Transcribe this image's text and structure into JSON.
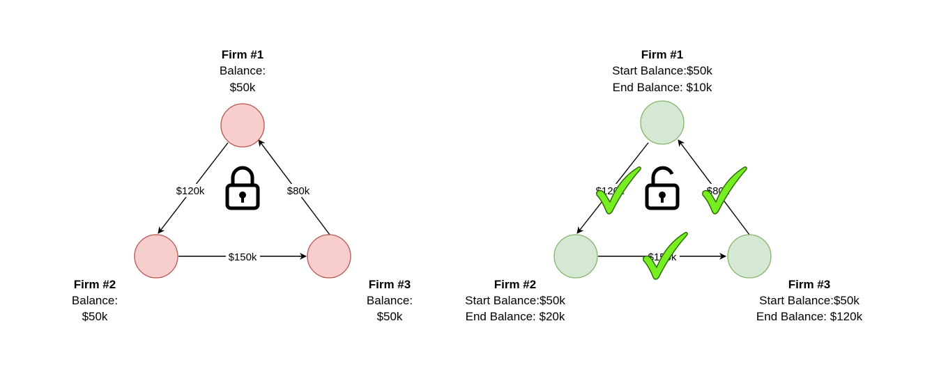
{
  "colors": {
    "locked_fill": "#f8cecc",
    "locked_stroke": "#b85450",
    "settled_fill": "#d5e8d4",
    "settled_stroke": "#82b366",
    "check": "#77ee22",
    "edge": "#000000"
  },
  "locked": {
    "icon": "lock-closed-icon",
    "firm1": {
      "title": "Firm #1",
      "line1": "Balance:",
      "line2": "$50k"
    },
    "firm2": {
      "title": "Firm #2",
      "line1": "Balance:",
      "line2": "$50k"
    },
    "firm3": {
      "title": "Firm #3",
      "line1": "Balance:",
      "line2": "$50k"
    },
    "edges": {
      "e1_2": "$120k",
      "e3_1": "$80k",
      "e2_3": "$150k"
    }
  },
  "settled": {
    "icon": "lock-open-icon",
    "check_icon": "checkmark-icon",
    "firm1": {
      "title": "Firm #1",
      "line1": "Start Balance:$50k",
      "line2": "End Balance: $10k"
    },
    "firm2": {
      "title": "Firm #2",
      "line1": "Start Balance:$50k",
      "line2": "End Balance: $20k"
    },
    "firm3": {
      "title": "Firm #3",
      "line1": "Start Balance:$50k",
      "line2": "End Balance: $120k"
    },
    "edges": {
      "e1_2": "$120k",
      "e3_1": "$80k",
      "e2_3": "$150k"
    }
  }
}
